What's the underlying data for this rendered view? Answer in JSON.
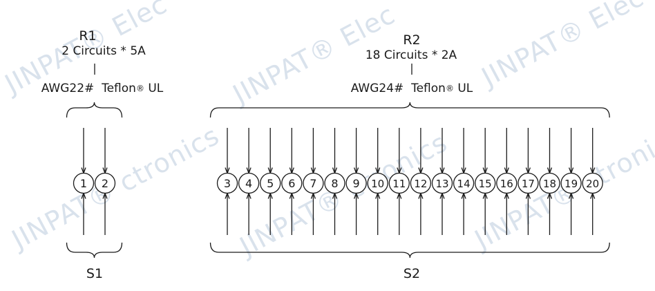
{
  "groups": {
    "r1": {
      "title": "R1",
      "circuits": "2 Circuits * 5A",
      "wire": "AWG22#",
      "insulation": "Teflon",
      "reg": "®",
      "cert": "UL",
      "side_label": "S1",
      "pins": [
        "1",
        "2"
      ]
    },
    "r2": {
      "title": "R2",
      "circuits": "18 Circuits * 2A",
      "wire": "AWG24#",
      "insulation": "Teflon",
      "reg": "®",
      "cert": "UL",
      "side_label": "S2",
      "pins": [
        "3",
        "4",
        "5",
        "6",
        "7",
        "8",
        "9",
        "10",
        "11",
        "12",
        "13",
        "14",
        "15",
        "16",
        "17",
        "18",
        "19",
        "20"
      ]
    }
  },
  "watermark": {
    "brand": "JINPAT",
    "reg": "®",
    "word1": "Elec",
    "word2": "ctronics"
  },
  "colors": {
    "line": "#1a1a1a",
    "watermark": "#d9e2ec"
  }
}
